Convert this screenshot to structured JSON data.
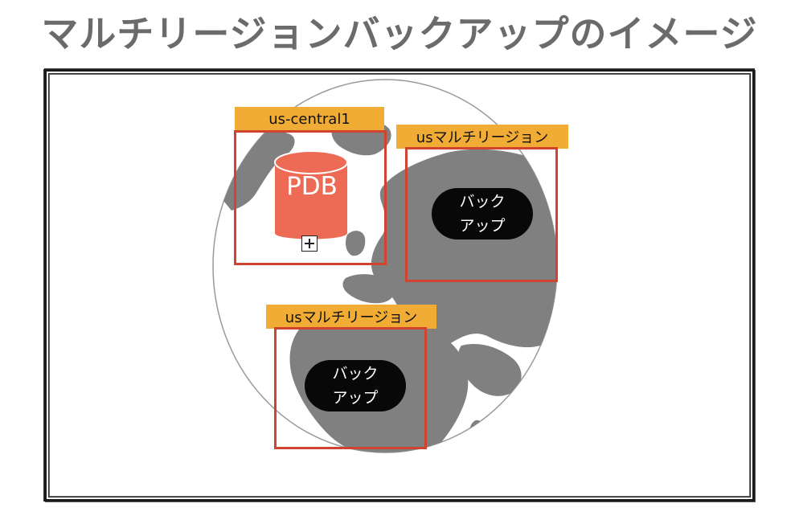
{
  "title": "マルチリージョンバックアップのイメージ",
  "colors": {
    "region_border": "#d0442f",
    "label_background": "#f1ac35",
    "database": "#ed6b55",
    "land": "#808080",
    "pill_background": "#080808"
  },
  "regions": {
    "primary": {
      "label": "us-central1",
      "db_label": "PDB",
      "db_icon": "database-cylinder-icon",
      "expand_icon": "plus-square-icon"
    },
    "backup_1": {
      "label": "usマルチリージョン",
      "backup_line1": "バック",
      "backup_line2": "アップ"
    },
    "backup_2": {
      "label": "usマルチリージョン",
      "backup_line1": "バック",
      "backup_line2": "アップ"
    }
  }
}
